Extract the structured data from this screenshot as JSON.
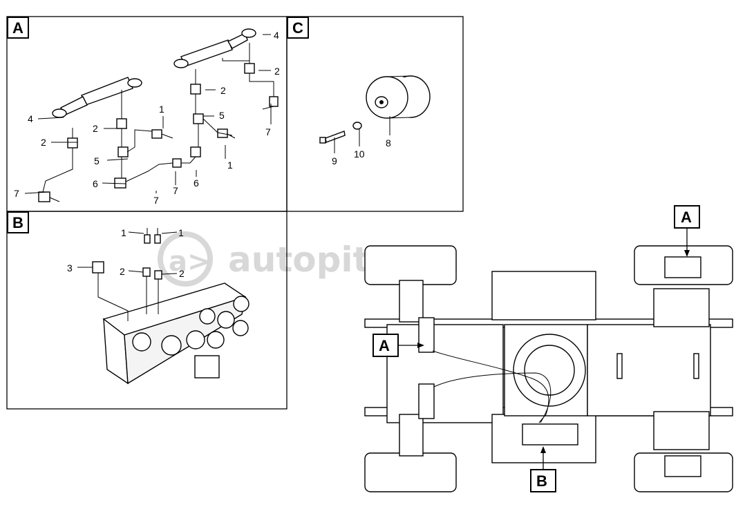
{
  "sections": {
    "A": {
      "box_label": "A"
    },
    "B": {
      "box_label": "B"
    },
    "C": {
      "box_label": "C"
    }
  },
  "callouts_A": {
    "c1": "1",
    "c1b": "1",
    "c2a": "2",
    "c2b": "2",
    "c2c": "2",
    "c2d": "2",
    "c4a": "4",
    "c4b": "4",
    "c5a": "5",
    "c5b": "5",
    "c6a": "6",
    "c6b": "6",
    "c7a": "7",
    "c7b": "7",
    "c7c": "7",
    "c7d": "7"
  },
  "callouts_B": {
    "c1a": "1",
    "c1b": "1",
    "c2a": "2",
    "c2b": "2",
    "c3": "3"
  },
  "callouts_C": {
    "c8": "8",
    "c9": "9",
    "c10": "10"
  },
  "overview": {
    "label_A_top": "A",
    "label_A_left": "A",
    "label_B": "B"
  },
  "watermark": {
    "text": "autopiter.ru",
    "logo": "a>"
  }
}
